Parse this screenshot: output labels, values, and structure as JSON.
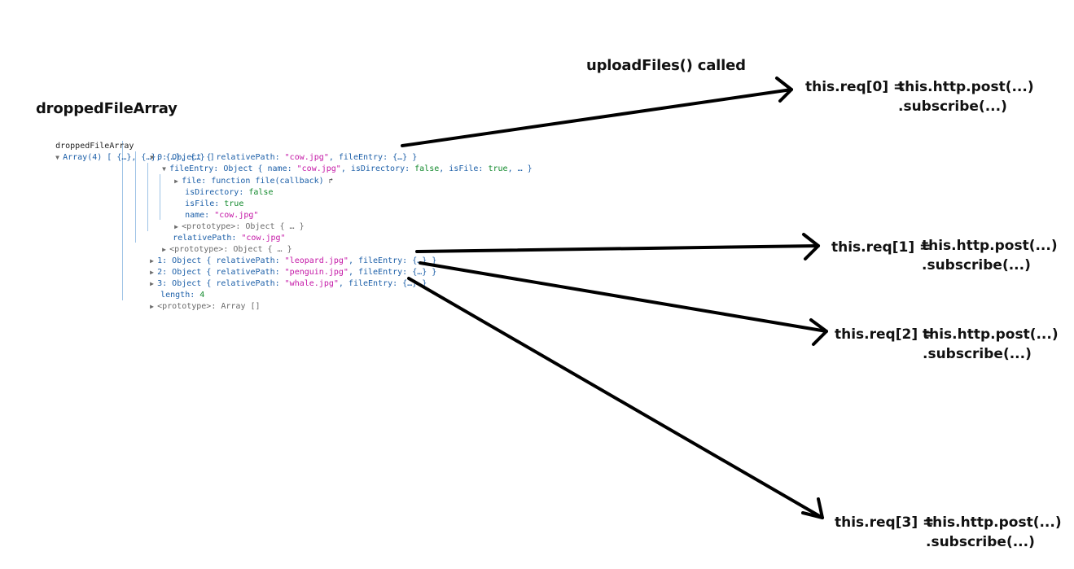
{
  "title_dropped": "droppedFileArray",
  "title_upload": "uploadFiles() called",
  "console": {
    "root_label": "droppedFileArray",
    "root_value": "Array(4) [ {…}, {…}, {…}, {…} ]",
    "item0_index": "0:",
    "item0_type": "Object { relativePath: ",
    "item0_path": "\"cow.jpg\"",
    "item0_rest": ", fileEntry: {…} }",
    "fileentry_key": "fileEntry: ",
    "fileentry_obj": "Object { name: ",
    "fileentry_name": "\"cow.jpg\"",
    "fileentry_isdir_key": ", isDirectory: ",
    "fileentry_isdir_val": "false",
    "fileentry_isfile_key": ", isFile: ",
    "fileentry_isfile_val": "true",
    "fileentry_end": ", … }",
    "file_key": "file: ",
    "file_val": "function file(callback)",
    "file_jump": "↱",
    "isdir_key": "isDirectory: ",
    "isdir_val": "false",
    "isfile_key": "isFile: ",
    "isfile_val": "true",
    "name_key": "name: ",
    "name_val": "\"cow.jpg\"",
    "proto1_key": "<prototype>: ",
    "proto1_val": "Object { … }",
    "relpath_key": "relativePath: ",
    "relpath_val": "\"cow.jpg\"",
    "proto2_key": "<prototype>: ",
    "proto2_val": "Object { … }",
    "item1_index": "1:",
    "item1_type": "Object { relativePath: ",
    "item1_path": "\"leopard.jpg\"",
    "item1_rest": ", fileEntry: {…} }",
    "item2_index": "2:",
    "item2_type": "Object { relativePath: ",
    "item2_path": "\"penguin.jpg\"",
    "item2_rest": ", fileEntry: {…} }",
    "item3_index": "3:",
    "item3_type": "Object { relativePath: ",
    "item3_path": "\"whale.jpg\"",
    "item3_rest": ", fileEntry: {…} }",
    "length_key": "length: ",
    "length_val": "4",
    "proto3_key": "<prototype>: ",
    "proto3_val": "Array []"
  },
  "requests": [
    {
      "lhs": "this.req[0] =",
      "rhs": "this.http.post(...)",
      "sub": ".subscribe(...)"
    },
    {
      "lhs": "this.req[1] =",
      "rhs": "this.http.post(...)",
      "sub": ".subscribe(...)"
    },
    {
      "lhs": "this.req[2] =",
      "rhs": "this.http.post(...)",
      "sub": ".subscribe(...)"
    },
    {
      "lhs": "this.req[3] =",
      "rhs": "this.http.post(...)",
      "sub": ".subscribe(...)"
    }
  ]
}
